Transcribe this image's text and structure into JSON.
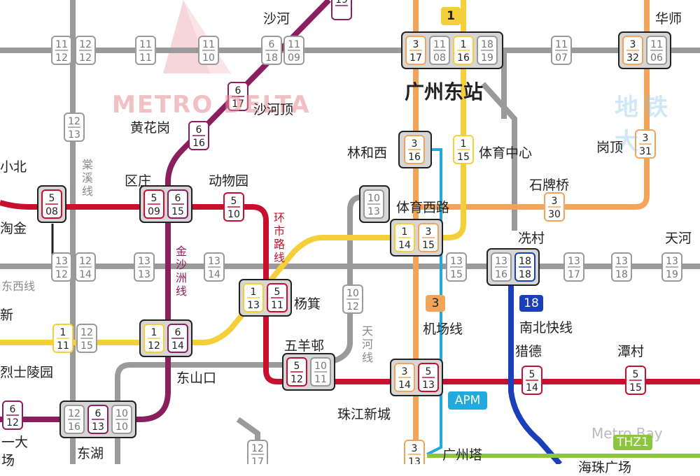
{
  "colors": {
    "grid": "#9a9a9a",
    "line1": "#f5cf3a",
    "line3": "#f2a55a",
    "line5": "#c8102e",
    "line6": "#8a1f5f",
    "line18": "#1a3fb8",
    "apm": "#22aadd",
    "thz1": "#8cc63f"
  },
  "stations": {
    "shahe": "沙河",
    "huashi": "华师",
    "guangzhou_east": "广州东站",
    "shahedding": "沙河顶",
    "huanghuagang": "黄花岗",
    "linhexi": "林和西",
    "tiyu_zhongxin": "体育中心",
    "gangding": "岗顶",
    "xiaobei_partial": "小北",
    "ouzhuang": "区庄",
    "dongwuyuan": "动物园",
    "shipaiqiao": "石牌桥",
    "taojin_partial": "淘金",
    "tiyu_xilu": "体育西路",
    "xiancun": "冼村",
    "tianhe_partial": "天河",
    "yangji": "杨箕",
    "wuyangcun": "五羊邨",
    "liedeh": "猎德",
    "tancun": "潭村",
    "lieshi_partial": "烈士陵园",
    "dongshankou": "东山口",
    "zhujiang_newtown": "珠江新城",
    "dongxiao_partial": "东湖",
    "guangzhouta": "广州塔",
    "xin_partial": "新",
    "yida_partial": "一大",
    "chang_partial": "场",
    "haizhu_partial": "海珠广场"
  },
  "line_names": {
    "tangxi": "棠溪线",
    "jinshazhou": "金沙洲线",
    "huanshi": "环市路线",
    "tianhe": "天河线",
    "dongxi": "东西线",
    "airport": "机场线",
    "nanbei": "南北快线",
    "apm": "APM",
    "thz1": "THZ1",
    "line1": "1",
    "line3": "3",
    "line18": "18"
  },
  "badges": {
    "b_top_11_12": [
      "11",
      "12"
    ],
    "b_top_12_12": [
      "12",
      "12"
    ],
    "b_11_11": [
      "11",
      "11"
    ],
    "b_11_10": [
      "11",
      "10"
    ],
    "b_6_18": [
      "6",
      "18"
    ],
    "b_11_09": [
      "11",
      "09"
    ],
    "b_3_17": [
      "3",
      "17"
    ],
    "b_11_08": [
      "11",
      "08"
    ],
    "b_1_16": [
      "1",
      "16"
    ],
    "b_18_19": [
      "18",
      "19"
    ],
    "b_11_07": [
      "11",
      "07"
    ],
    "b_3_32": [
      "3",
      "32"
    ],
    "b_11_06": [
      "11",
      "06"
    ],
    "b_6_17": [
      "6",
      "17"
    ],
    "b_6_16": [
      "6",
      "16"
    ],
    "b_12_13": [
      "12",
      "13"
    ],
    "b_3_16": [
      "3",
      "16"
    ],
    "b_1_15": [
      "1",
      "15"
    ],
    "b_3_31": [
      "3",
      "31"
    ],
    "b_5_08": [
      "5",
      "08"
    ],
    "b_5_09": [
      "5",
      "09"
    ],
    "b_6_15": [
      "6",
      "15"
    ],
    "b_5_10": [
      "5",
      "10"
    ],
    "b_10_13": [
      "10",
      "13"
    ],
    "b_3_30": [
      "3",
      "30"
    ],
    "b_1_14": [
      "1",
      "14"
    ],
    "b_3_15": [
      "3",
      "15"
    ],
    "b_13_12": [
      "13",
      "12"
    ],
    "b_12_14": [
      "12",
      "14"
    ],
    "b_13_13": [
      "13",
      "13"
    ],
    "b_13_14": [
      "13",
      "14"
    ],
    "b_13_15": [
      "13",
      "15"
    ],
    "b_13_16": [
      "13",
      "16"
    ],
    "b_18_18": [
      "18",
      "18"
    ],
    "b_13_17": [
      "13",
      "17"
    ],
    "b_13_18": [
      "13",
      "18"
    ],
    "b_13_19": [
      "13",
      "19"
    ],
    "b_1_13": [
      "1",
      "13"
    ],
    "b_5_11": [
      "5",
      "11"
    ],
    "b_10_12": [
      "10",
      "12"
    ],
    "b_1_11": [
      "1",
      "11"
    ],
    "b_12_15": [
      "12",
      "15"
    ],
    "b_1_12": [
      "1",
      "12"
    ],
    "b_6_14": [
      "6",
      "14"
    ],
    "b_5_12": [
      "5",
      "12"
    ],
    "b_10_11": [
      "10",
      "11"
    ],
    "b_3_14": [
      "3",
      "14"
    ],
    "b_5_13": [
      "5",
      "13"
    ],
    "b_5_14": [
      "5",
      "14"
    ],
    "b_5_15": [
      "5",
      "15"
    ],
    "b_6_12": [
      "6",
      "12"
    ],
    "b_12_16": [
      "12",
      "16"
    ],
    "b_6_13": [
      "6",
      "13"
    ],
    "b_10_10": [
      "10",
      "10"
    ],
    "b_12_17": [
      "12",
      "17"
    ],
    "b_3_13": [
      "3",
      "13"
    ],
    "b_19_top": [
      "19",
      ""
    ]
  },
  "watermarks": {
    "metro_delta": "METRO DELTA",
    "ditie": "地铁大",
    "metro_bay": "Metro Bay"
  }
}
